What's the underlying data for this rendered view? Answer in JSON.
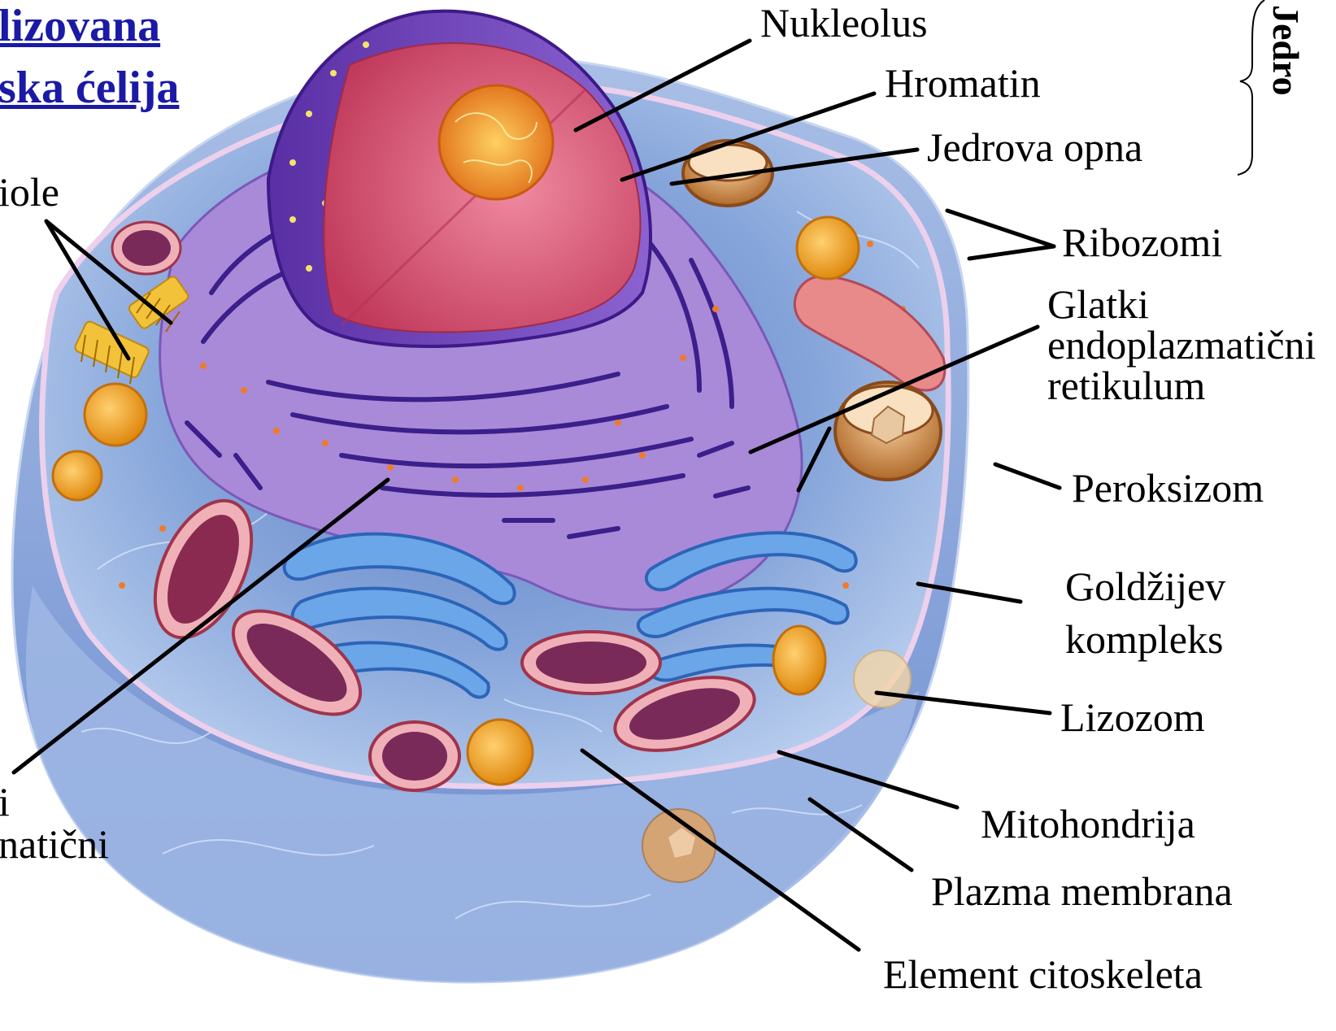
{
  "title": {
    "line1": "lizovana",
    "line2": "ska ćelija",
    "color": "#1a1aa6"
  },
  "labels": {
    "nucleolus": "Nukleolus",
    "chromatin": "Hromatin",
    "nuclear_envelope": "Jedrova opna",
    "nucleus_group": "Jedro",
    "ribosomes": "Ribozomi",
    "smooth_er_1": "Glatki",
    "smooth_er_2": "endoplazmatični",
    "smooth_er_3": "retikulum",
    "peroxisome": "Peroksizom",
    "golgi_1": "Goldžijev",
    "golgi_2": "kompleks",
    "lysosome": "Lizozom",
    "mitochondrion": "Mitohondrija",
    "plasma_membrane": "Plazma membrana",
    "cytoskeleton": "Element citoskeleta",
    "centrioles_partial": "iole",
    "rough_er_partial_1": "i",
    "rough_er_partial_2": "natični"
  },
  "colors": {
    "cytoplasm": "#8fb0e0",
    "membrane": "#e9c6e8",
    "nucleus_envelope": "#6a3fb5",
    "chromatin": "#d9546e",
    "nucleolus": "#f0901e",
    "rough_er": "#a98ad8",
    "golgi": "#5f9be0",
    "mitochondria": "#c4566e",
    "lysosome": "#f0a020",
    "peroxisome": "#d9904a",
    "centriole": "#f0c030",
    "leader_line": "#000000"
  }
}
